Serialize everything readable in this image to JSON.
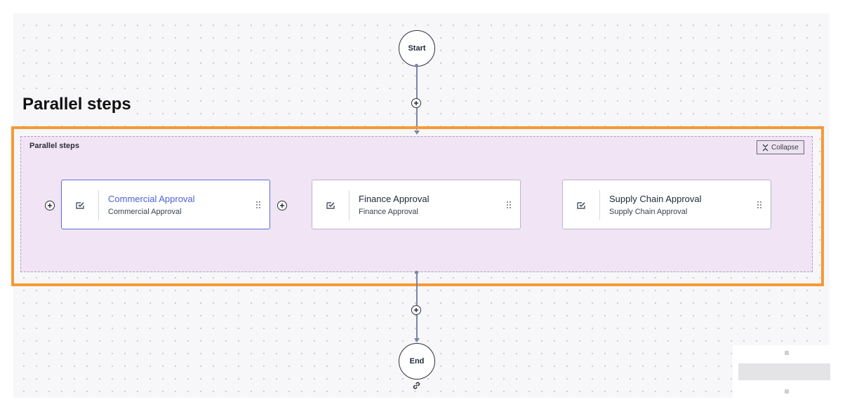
{
  "page": {
    "heading": "Parallel steps"
  },
  "flow": {
    "start_label": "Start",
    "end_label": "End"
  },
  "group": {
    "label": "Parallel steps",
    "collapse_label": "Collapse"
  },
  "cards": [
    {
      "title": "Commercial Approval",
      "subtitle": "Commercial Approval",
      "icon": "approval-icon",
      "active": true
    },
    {
      "title": "Finance Approval",
      "subtitle": "Finance Approval",
      "icon": "approval-icon",
      "active": false
    },
    {
      "title": "Supply Chain Approval",
      "subtitle": "Supply Chain Approval",
      "icon": "approval-icon",
      "active": false
    }
  ],
  "icons": {
    "add": "plus-circle-icon",
    "drag": "drag-handle-icon",
    "link": "link-icon",
    "collapse": "collapse-icon"
  },
  "colors": {
    "highlight": "#f59a37",
    "group_bg": "#f1e4f4",
    "active_title": "#4a62d6",
    "connector": "#7b84a6"
  }
}
